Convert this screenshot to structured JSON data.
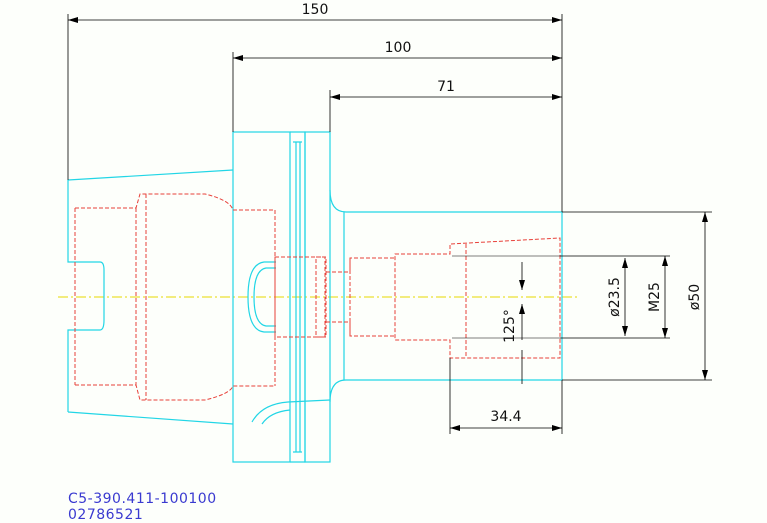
{
  "dimensions": {
    "overall_length": "150",
    "shank_length": "100",
    "nose_length": "71",
    "bore_depth": "34.4",
    "bore_diameter": "ø23.5",
    "thread": "M25",
    "nose_diameter": "ø50",
    "angle": "125°"
  },
  "part": {
    "number": "C5-390.411-100100",
    "code": "02786521"
  },
  "colors": {
    "outline": "#22d6e6",
    "hidden": "#e8413a",
    "centerline": "#e6d800",
    "dimension": "#000000",
    "label": "#3a3ad0"
  }
}
